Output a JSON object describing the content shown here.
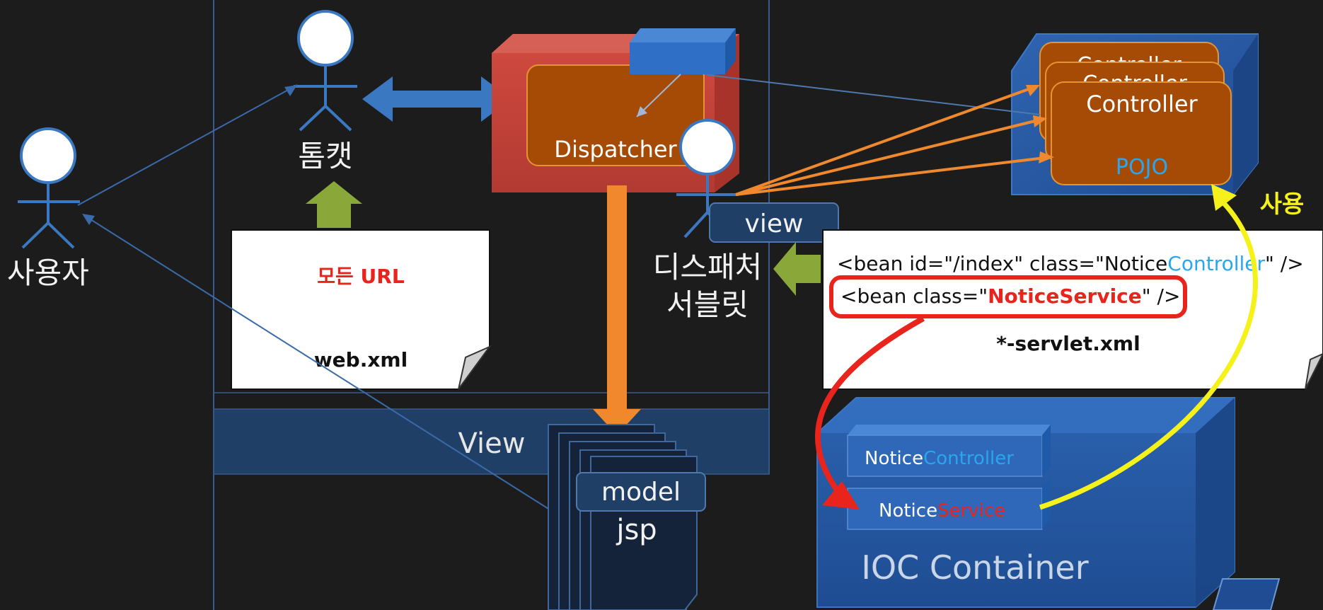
{
  "actors": {
    "user": "사용자",
    "tomcat": "톰캣",
    "dispatcher_servlet_line1": "디스패처",
    "dispatcher_servlet_line2": "서블릿"
  },
  "web_xml": {
    "all_url": "모든 URL",
    "filename": "web.xml"
  },
  "dispatcher_box": "Dispatcher",
  "view_tag": "view",
  "view_band": "View",
  "jsp_stack": {
    "model": "model",
    "jsp": "jsp"
  },
  "controllers": {
    "back1": "Controller",
    "back2": "Controller",
    "front": "Controller",
    "pojo": "POJO"
  },
  "servlet_xml": {
    "line1_prefix": "<bean id=\"/index\" class=\"Notice",
    "line1_highlight": "Controller",
    "line1_suffix": "\" />",
    "line2_prefix": "<bean class=\"",
    "line2_highlight": "NoticeService",
    "line2_suffix": "\" />",
    "filename": "*-servlet.xml"
  },
  "ioc": {
    "bean1_prefix": "Notice",
    "bean1_highlight": "Controller",
    "bean2_prefix": "Notice",
    "bean2_highlight": "Service",
    "label": "IOC Container"
  },
  "usage_label": "사용",
  "colors": {
    "background": "#1c1c1c",
    "dispatcher_red": "#c8433a",
    "orange_box": "#a54b06",
    "blue_arrow": "#3a78c2",
    "orange_arrow": "#f0892e",
    "green_arrow": "#8aa83a",
    "red_highlight": "#e8241c",
    "yellow_arrow": "#f5f11a",
    "cyan_text": "#2aa6ee"
  }
}
